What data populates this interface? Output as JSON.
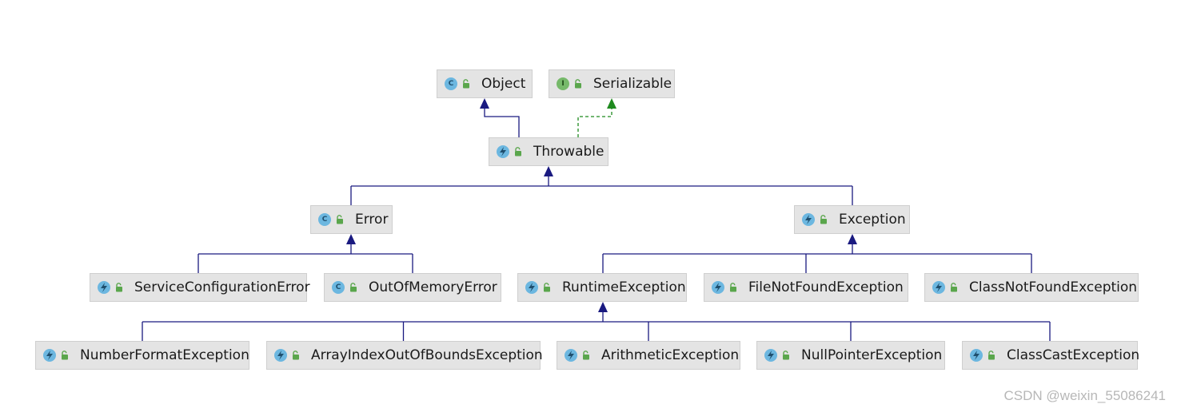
{
  "nodes": {
    "object": {
      "label": "Object",
      "kind": "class",
      "kind_letter": "C"
    },
    "serializable": {
      "label": "Serializable",
      "kind": "interface",
      "kind_letter": "I"
    },
    "throwable": {
      "label": "Throwable",
      "kind": "throwable"
    },
    "error": {
      "label": "Error",
      "kind": "class",
      "kind_letter": "C"
    },
    "exception": {
      "label": "Exception",
      "kind": "throwable"
    },
    "service_configuration_error": {
      "label": "ServiceConfigurationError",
      "kind": "throwable"
    },
    "out_of_memory_error": {
      "label": "OutOfMemoryError",
      "kind": "class",
      "kind_letter": "C"
    },
    "runtime_exception": {
      "label": "RuntimeException",
      "kind": "throwable"
    },
    "file_not_found_exception": {
      "label": "FileNotFoundException",
      "kind": "throwable"
    },
    "class_not_found_exception": {
      "label": "ClassNotFoundException",
      "kind": "throwable"
    },
    "number_format_exception": {
      "label": "NumberFormatException",
      "kind": "throwable"
    },
    "array_index_out_of_bounds_exception": {
      "label": "ArrayIndexOutOfBoundsException",
      "kind": "throwable"
    },
    "arithmetic_exception": {
      "label": "ArithmeticException",
      "kind": "throwable"
    },
    "null_pointer_exception": {
      "label": "NullPointerException",
      "kind": "throwable"
    },
    "class_cast_exception": {
      "label": "ClassCastException",
      "kind": "throwable"
    }
  },
  "edges": [
    {
      "from": "throwable",
      "to": "object",
      "type": "extends"
    },
    {
      "from": "throwable",
      "to": "serializable",
      "type": "implements"
    },
    {
      "from": "error",
      "to": "throwable",
      "type": "extends"
    },
    {
      "from": "exception",
      "to": "throwable",
      "type": "extends"
    },
    {
      "from": "service_configuration_error",
      "to": "error",
      "type": "extends"
    },
    {
      "from": "out_of_memory_error",
      "to": "error",
      "type": "extends"
    },
    {
      "from": "runtime_exception",
      "to": "exception",
      "type": "extends"
    },
    {
      "from": "file_not_found_exception",
      "to": "exception",
      "type": "extends"
    },
    {
      "from": "class_not_found_exception",
      "to": "exception",
      "type": "extends"
    },
    {
      "from": "number_format_exception",
      "to": "runtime_exception",
      "type": "extends"
    },
    {
      "from": "array_index_out_of_bounds_exception",
      "to": "runtime_exception",
      "type": "extends"
    },
    {
      "from": "arithmetic_exception",
      "to": "runtime_exception",
      "type": "extends"
    },
    {
      "from": "null_pointer_exception",
      "to": "runtime_exception",
      "type": "extends"
    },
    {
      "from": "class_cast_exception",
      "to": "runtime_exception",
      "type": "extends"
    }
  ],
  "colors": {
    "extends_line": "#1a1a80",
    "implements_line": "#1f8a1f",
    "node_fill": "#e4e4e4",
    "lock": "#5aa64c"
  },
  "watermark": "CSDN @weixin_55086241"
}
